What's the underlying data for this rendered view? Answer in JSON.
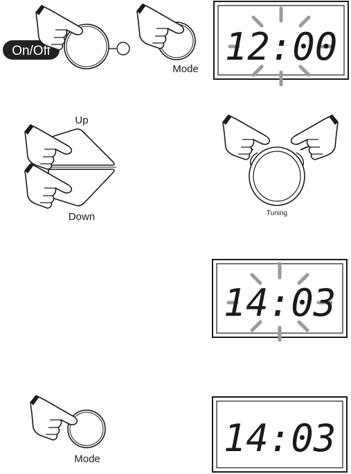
{
  "step1": {
    "onoff_label": "On/Off",
    "mode_label": "Mode",
    "display_time": "12:00",
    "display_flashing": true
  },
  "step2": {
    "up_label": "Up",
    "down_label": "Down",
    "tuning_label": "Tuning"
  },
  "step3": {
    "display_time": "14:03",
    "display_flashing": true
  },
  "step4": {
    "mode_label": "Mode",
    "display_time": "14:03",
    "display_flashing": false
  },
  "colors": {
    "ink": "#1a1a1a",
    "flash_rays": "#9a9a9a",
    "pill_bg": "#222222",
    "pill_text": "#ffffff"
  }
}
